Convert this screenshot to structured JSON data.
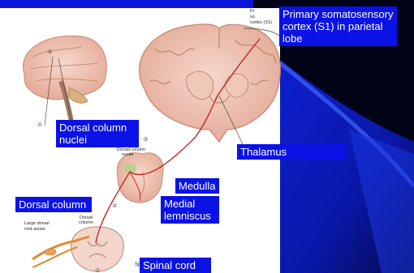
{
  "labels": {
    "s1": "Primary somatosensory cortex (S1) in parietal lobe",
    "dorsal_column_nuclei": "Dorsal column nuclei",
    "thalamus": "Thalamus",
    "medulla": "Medulla",
    "medial_lemniscus": "Medial lemniscus",
    "dorsal_column": "Dorsal column",
    "spinal_cord": "Spinal cord"
  },
  "figure_text": {
    "cortex_tag_1": "Pr",
    "cortex_tag_2": "so",
    "cortex_tag_3": "cortex (S1)",
    "dcn_small_1": "Dorsal column",
    "dcn_small_2": "nuclei",
    "dorsal_root_1": "Large dorsal",
    "dorsal_root_2": "root axons",
    "dorsal_col_small_1": "Dorsal",
    "dorsal_col_small_2": "column",
    "sp_cut": "Sp",
    "num_1": "①",
    "num_2": "②",
    "num_3": "③"
  },
  "colors": {
    "label_bg": "#0a12e6",
    "pathway": "#c42a2a",
    "background_dark": "#030317",
    "background_blue": "#1024c8"
  }
}
